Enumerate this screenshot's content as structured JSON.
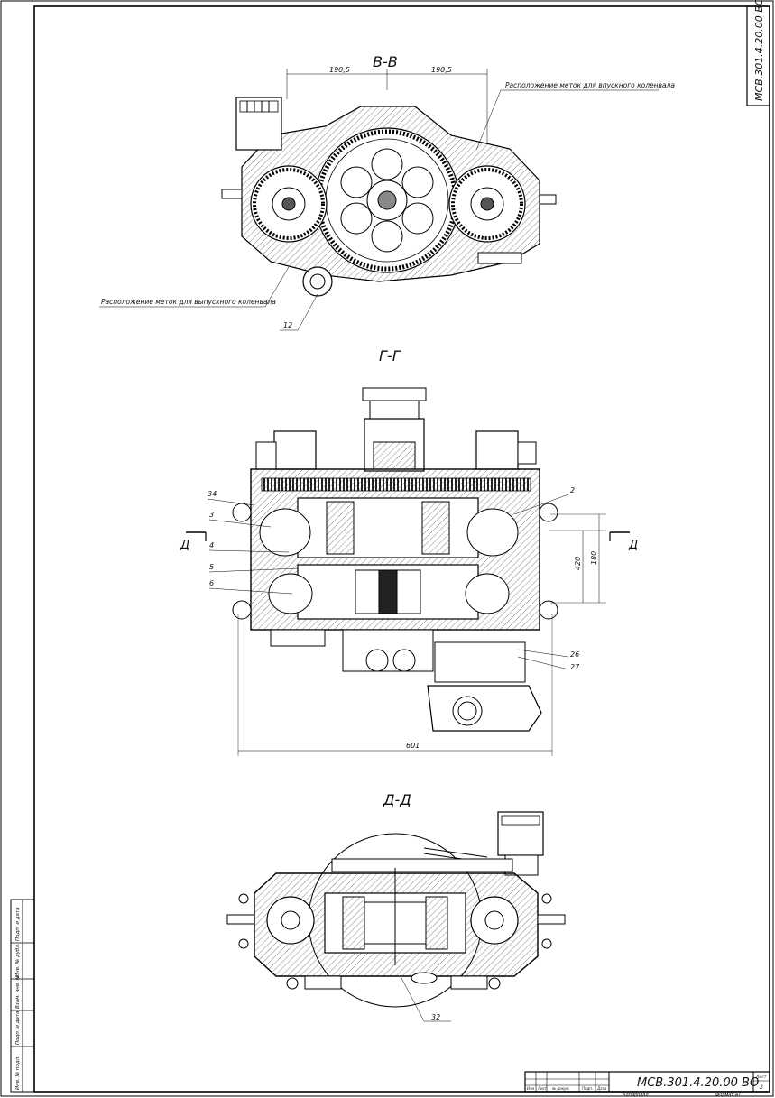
{
  "drawing_code": "МСВ.301.4.20.00 ВО",
  "sections": {
    "bv": {
      "title": "В-В",
      "dim_left": "190,5",
      "dim_right": "190,5",
      "note_intake": "Расположение меток для впускного коленвала",
      "note_exhaust": "Расположение меток для выпускного коленвала",
      "callout": "12"
    },
    "gg": {
      "title": "Г-Г",
      "cut_left": "Д",
      "cut_right": "Д",
      "callouts": [
        "34",
        "3",
        "4",
        "5",
        "6",
        "2",
        "26",
        "27"
      ],
      "dim_420": "420",
      "dim_180": "180",
      "dim_601": "601"
    },
    "dd": {
      "title": "Д-Д",
      "callout": "32"
    }
  },
  "title_block": {
    "code": "МСВ.301.4.20.00 ВО",
    "sheet_label": "Лист",
    "sheet_number": "2",
    "row_labels": [
      "Изм",
      "Лист",
      "№ докум.",
      "Подп.",
      "Дата"
    ],
    "copied": "Копировал",
    "format": "Формат   А1"
  },
  "left_strip": [
    "Инв. № подл.",
    "Подп. и дата",
    "Взам. инв. №",
    "Инв. № дубл.",
    "Подп. и дата"
  ]
}
